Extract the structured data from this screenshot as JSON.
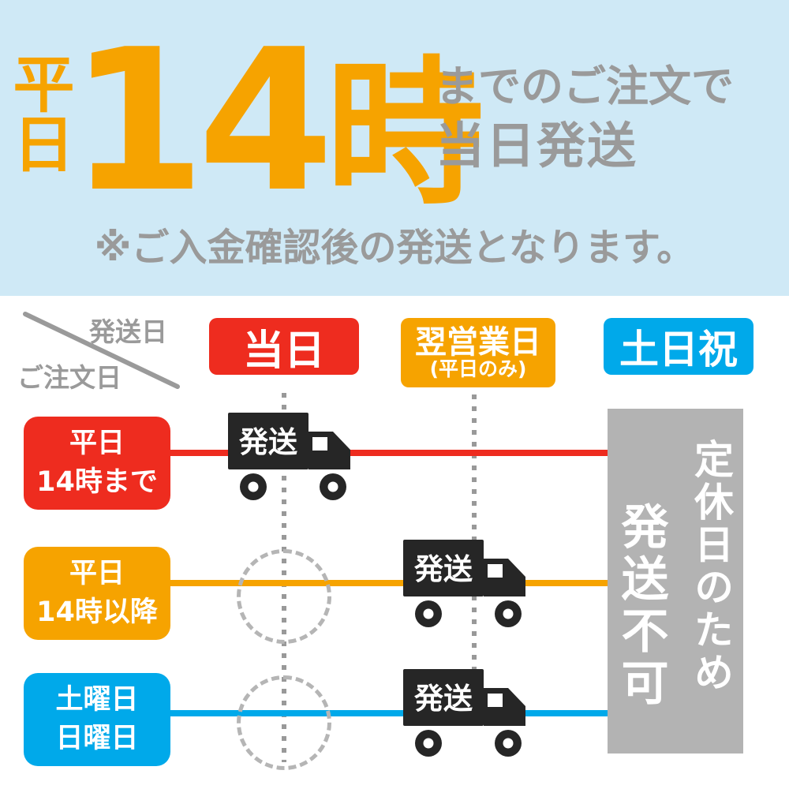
{
  "hero": {
    "weekday": "平日",
    "big_time_number": "14",
    "big_time_unit": "時",
    "suffix_line1": "までのご注文で",
    "suffix_line2": "当日発送",
    "note": "※ご入金確認後の発送となります。"
  },
  "legend": {
    "ship_date": "発送日",
    "order_date": "ご注文日"
  },
  "columns": {
    "same_day": "当日",
    "next_business_day": "翌営業日",
    "next_business_day_sub": "(平日のみ)",
    "weekend_holiday": "土日祝"
  },
  "rows": {
    "row1_line1": "平日",
    "row1_line2": "14時まで",
    "row2_line1": "平日",
    "row2_line2": "14時以降",
    "row3_line1": "土曜日",
    "row3_line2": "日曜日"
  },
  "ship_label": "発送",
  "closed": {
    "line1": "定休日のため",
    "line2": "発送不可"
  },
  "colors": {
    "background_top": "#cfe9f6",
    "accent_orange": "#f6a300",
    "text_gray": "#9a9a9a",
    "red": "#ee2c1f",
    "blue": "#00a9ea",
    "closed_gray": "#b3b3b3",
    "truck_black": "#262626"
  }
}
